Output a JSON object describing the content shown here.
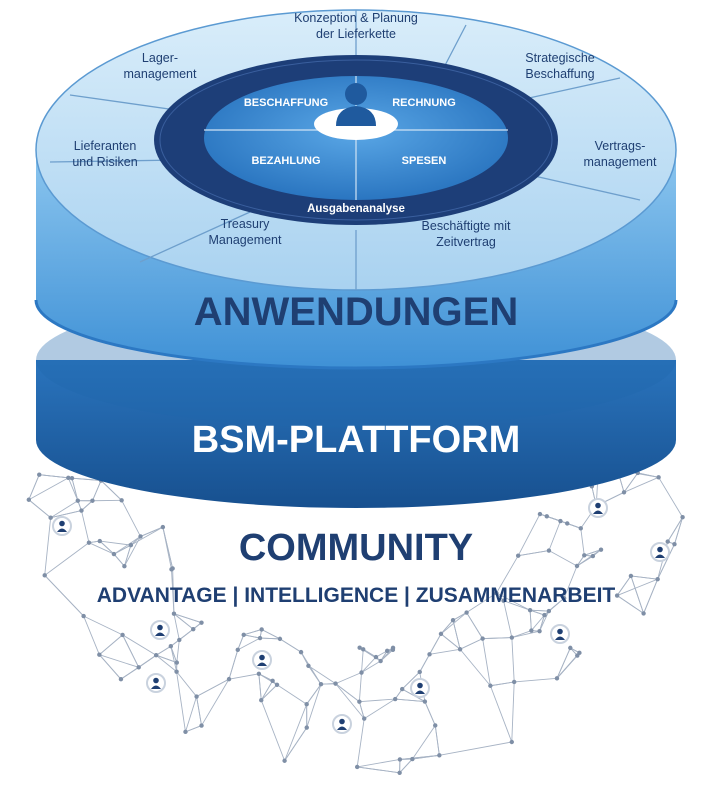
{
  "diagram": {
    "outer_ring": [
      {
        "id": "konzeption",
        "lines": [
          "Konzeption & Planung",
          "der Lieferkette"
        ]
      },
      {
        "id": "strategische",
        "lines": [
          "Strategische",
          "Beschaffung"
        ]
      },
      {
        "id": "vertrags",
        "lines": [
          "Vertrags-",
          "management"
        ]
      },
      {
        "id": "beschaeftigte",
        "lines": [
          "Beschäftigte mit",
          "Zeitvertrag"
        ]
      },
      {
        "id": "treasury",
        "lines": [
          "Treasury",
          "Management"
        ]
      },
      {
        "id": "lieferanten",
        "lines": [
          "Lieferanten",
          "und Risiken"
        ]
      },
      {
        "id": "lager",
        "lines": [
          "Lager-",
          "management"
        ]
      }
    ],
    "inner_quadrants": [
      {
        "id": "beschaffung",
        "label": "BESCHAFFUNG"
      },
      {
        "id": "rechnung",
        "label": "RECHNUNG"
      },
      {
        "id": "bezahlung",
        "label": "BEZAHLUNG"
      },
      {
        "id": "spesen",
        "label": "SPESEN"
      }
    ],
    "ring_label": "Ausgabenanalyse",
    "layer_applications": "ANWENDUNGEN",
    "layer_platform": "BSM-PLATTFORM",
    "community_title": "COMMUNITY",
    "community_subtitle": "ADVANTAGE | INTELLIGENCE | ZUSAMMENARBEIT"
  },
  "colors": {
    "disk_top_light": "#cfe6f7",
    "disk_top_mid": "#9fcbed",
    "ring_dark": "#1d3e78",
    "inner_fill": "#2f7fc8",
    "band_light": "#6fb2e8",
    "band_dark": "#1d5fa5",
    "text_dark": "#1f3f72",
    "network": "#9aa8bb"
  }
}
